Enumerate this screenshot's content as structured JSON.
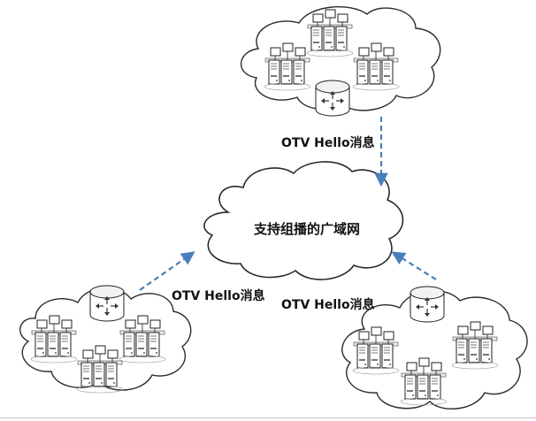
{
  "diagram": {
    "wan_label": "支持组播的广域网",
    "messages": {
      "top": "OTV Hello消息",
      "left": "OTV Hello消息",
      "right": "OTV Hello消息"
    },
    "colors": {
      "arrow": "#4a7ebb",
      "cloud_stroke": "#2b2b2b",
      "cloud_fill": "#ffffff",
      "shadow": "#d9d9d9"
    },
    "icons": [
      "cloud-icon",
      "server-rack-icon",
      "router-icon"
    ]
  }
}
